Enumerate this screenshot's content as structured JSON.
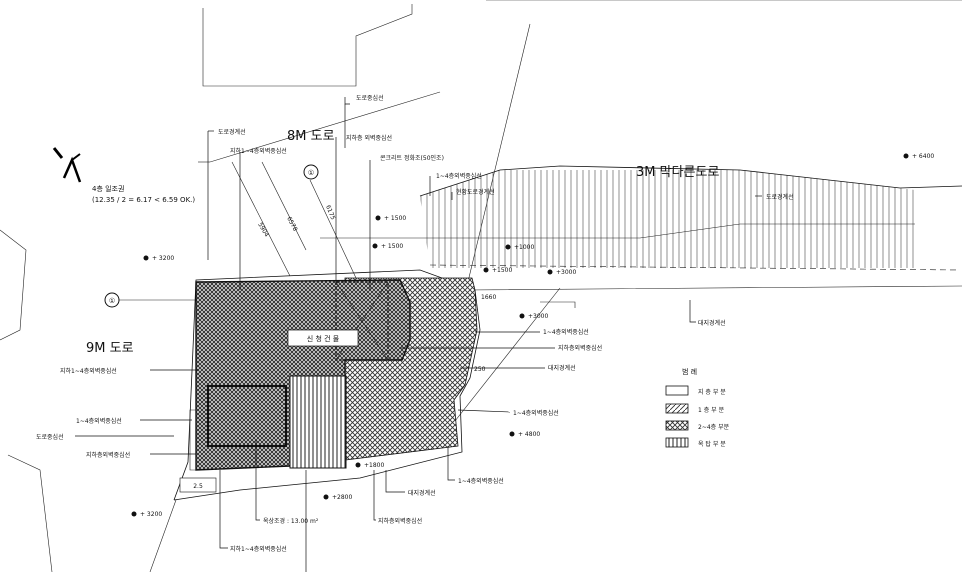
{
  "roads": {
    "road_8m": "8M 도로",
    "road_9m": "9M 도로",
    "road_3m": "3M 막다른도로"
  },
  "plan": {
    "building_label": "신 청 건 물",
    "sunlight_note_line1": "4층 일조권",
    "sunlight_note_line2": "(12.35 / 2 = 6.17 < 6.59  OK.)",
    "roof_area": "옥상조경 : 13.00 m²",
    "small_box": "2.5"
  },
  "labels": {
    "road_center_top": "도로중심선",
    "road_boundary_left": "도로경계선",
    "basement_wall_center_top": "지하1~4층외벽중심선",
    "basement_outer_wall": "지하층 외벽중심선",
    "concrete_septic": "콘크리트 정화조(50인조)",
    "wall_center_1_4_top": "1~4층외벽중심선",
    "current_road_boundary": "현황도로경계선",
    "road_boundary_right": "도로경계선",
    "site_boundary_right": "대지경계선",
    "wall_center_1_4_r1": "1~4층외벽중심선",
    "basement_wall_r1": "지하층외벽중심선",
    "site_boundary_r2": "대지경계선",
    "wall_center_1_4_r2": "1~4층외벽중심선",
    "wall_center_1_4_r3": "1~4층외벽중심선",
    "site_boundary_bottom": "대지경계선",
    "basement_wall_bottom": "지하층외벽중심선",
    "basement_wall_bottom2": "지하1~4층외벽중심선",
    "left_basement_1_4": "지하1~4층외벽중심선",
    "left_wall_1_4": "1~4층외벽중심선",
    "left_road_center": "도로중심선",
    "left_basement_wall": "지하층외벽중심선"
  },
  "markers": {
    "circle_top": "①",
    "circle_left": "①"
  },
  "levels": {
    "l6400": "+ 6400",
    "l1500a": "+ 1500",
    "l1500b": "+ 1500",
    "l1000": "+1000",
    "l1500c": "+1500",
    "l3000a": "+3000",
    "l3000b": "+3000",
    "l3200a": "+ 3200",
    "l4800": "+ 4800",
    "l1800": "+1800",
    "l2800": "+2800",
    "l3200b": "+ 3200"
  },
  "dims": {
    "d1": "5904",
    "d2": "6578",
    "d3": "6175",
    "d4": "1660",
    "d5": "250"
  },
  "legend": {
    "title": "범  례",
    "items": [
      {
        "label": "지 층 부 분",
        "pattern": "none"
      },
      {
        "label": "1 층 부 분",
        "pattern": "diag"
      },
      {
        "label": "2~4층 부분",
        "pattern": "cross"
      },
      {
        "label": "옥 탑 부 분",
        "pattern": "vert"
      }
    ]
  },
  "colors": {
    "ink": "#111111",
    "paper": "#ffffff"
  }
}
